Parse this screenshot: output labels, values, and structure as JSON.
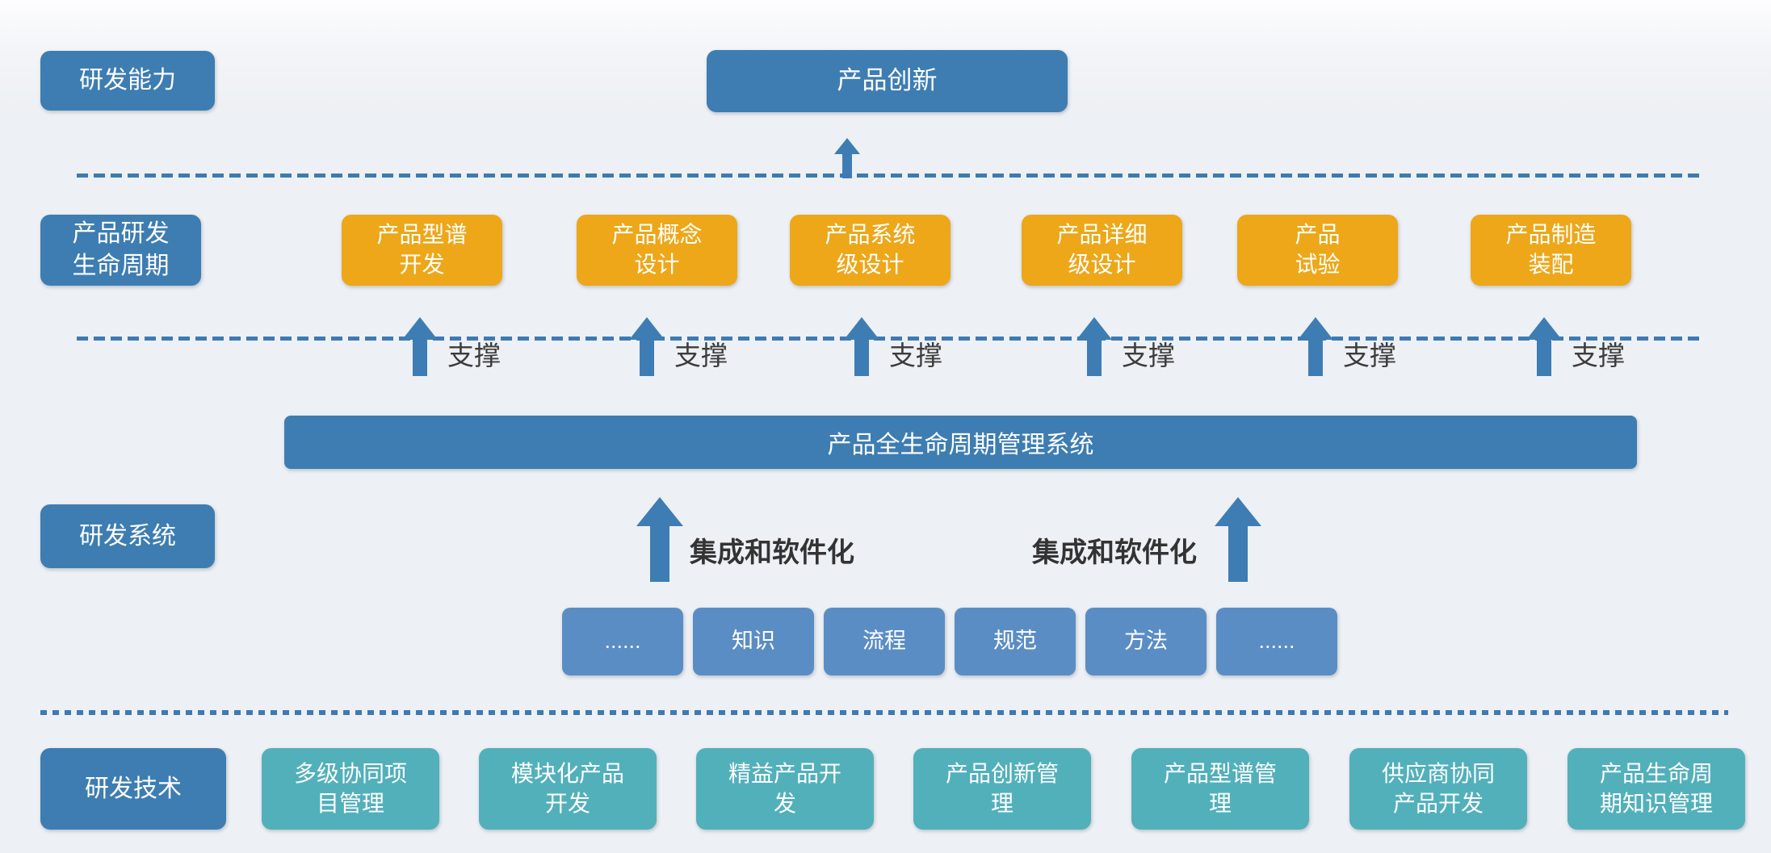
{
  "colors": {
    "blue": "#3d7db2",
    "orange": "#eda719",
    "light_blue": "#5b8dc5",
    "teal": "#52b0bb",
    "arrow_blue": "#3e7db4",
    "line_blue": "#3d7ab3",
    "label_text": "#3c3c3c",
    "background": "#edf0f4"
  },
  "capability_row": {
    "side_label": "研发能力",
    "innovation_box": "产品创新"
  },
  "lifecycle_row": {
    "side_label": "产品研发\n生命周期",
    "stages": [
      "产品型谱\n开发",
      "产品概念\n设计",
      "产品系统\n级设计",
      "产品详细\n级设计",
      "产品\n试验",
      "产品制造\n装配"
    ],
    "support_label": "支撑"
  },
  "system_row": {
    "side_label": "研发系统",
    "plm_bar": "产品全生命周期管理系统",
    "integration_label": "集成和软件化",
    "elements": [
      "......",
      "知识",
      "流程",
      "规范",
      "方法",
      "......"
    ]
  },
  "technology_row": {
    "side_label": "研发技术",
    "items": [
      "多级协同项\n目管理",
      "模块化产品\n开发",
      "精益产品开\n发",
      "产品创新管\n理",
      "产品型谱管\n理",
      "供应商协同\n产品开发",
      "产品生命周\n期知识管理"
    ]
  }
}
